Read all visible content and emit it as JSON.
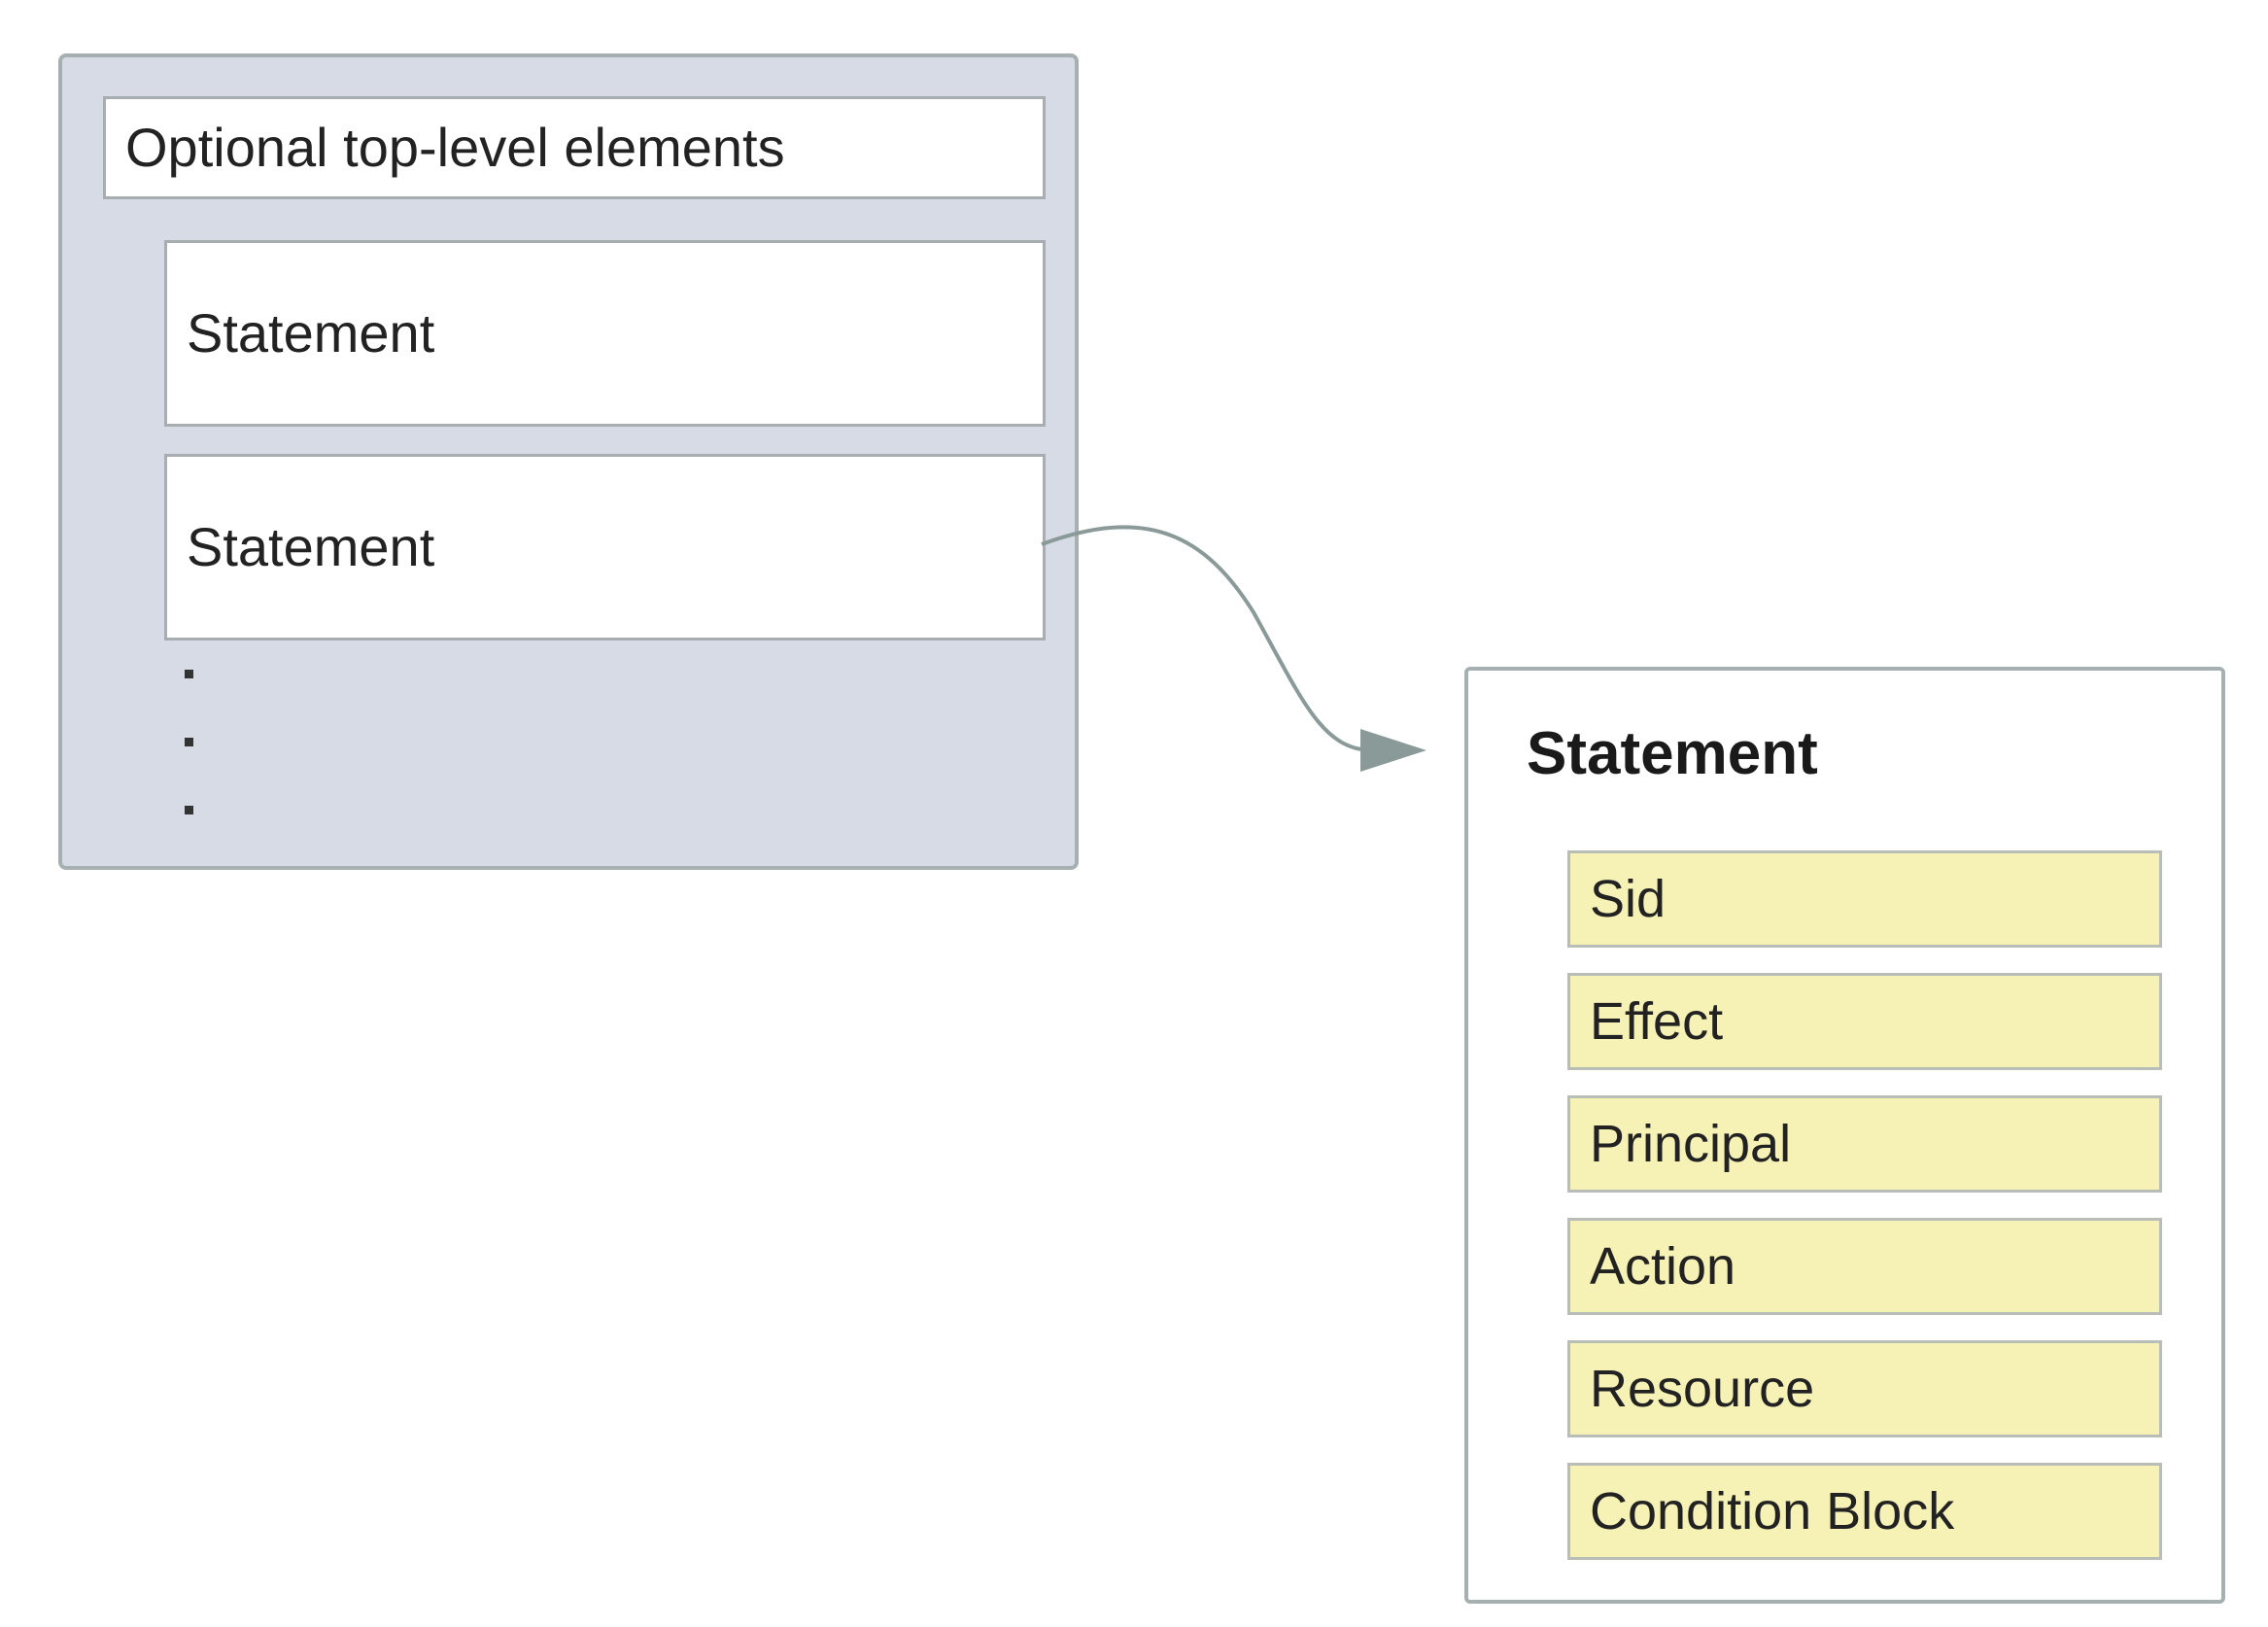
{
  "policy": {
    "top_level_label": "Optional top-level elements",
    "statements": [
      "Statement",
      "Statement"
    ],
    "ellipsis": "..."
  },
  "statement_detail": {
    "title": "Statement",
    "elements": [
      "Sid",
      "Effect",
      "Principal",
      "Action",
      "Resource",
      "Condition Block"
    ]
  },
  "colors": {
    "policy_fill": "#d6dbe6",
    "element_fill": "#f6f1b5",
    "border": "#a7b0b0",
    "connector": "#8a9a98"
  }
}
